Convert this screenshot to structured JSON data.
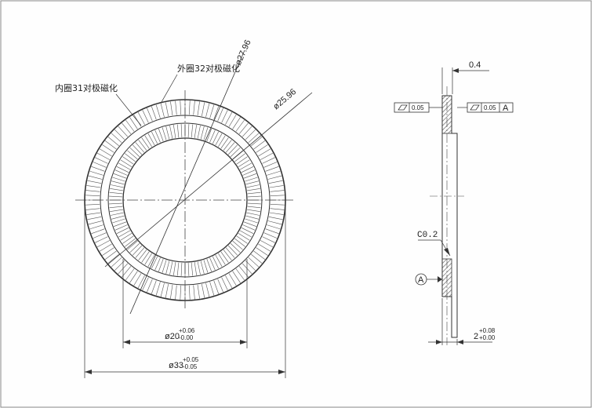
{
  "labels": {
    "inner_ring": "内圈31对极磁化",
    "outer_ring": "外圈32对极磁化",
    "dia_27": "ø27.96",
    "dia_25": "ø25.96",
    "dia_20_main": "ø20",
    "dia_20_upper": "+0.06",
    "dia_20_lower": "-0.00",
    "dia_33_main": "ø33",
    "dia_33_upper": "+0.05",
    "dia_33_lower": "-0.05",
    "thick_04": "0.4",
    "flat_left": "0.05",
    "flat_right": "0.05",
    "datum_ref": "A",
    "chamfer": "C0.2",
    "datum_label": "A",
    "thick_2_main": "2",
    "thick_2_upper": "+0.08",
    "thick_2_lower": "+0.00"
  },
  "colors": {
    "line": "#333333",
    "hatch": "#555555",
    "center": "#444444"
  },
  "icons": {
    "flatness": "parallelogram-flatness-icon",
    "datum": "datum-circle-icon"
  }
}
